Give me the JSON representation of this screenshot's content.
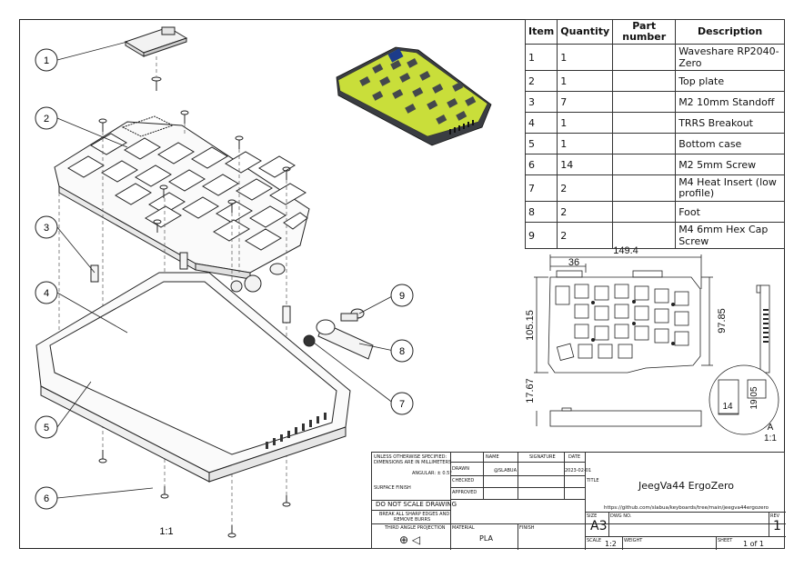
{
  "bom": {
    "headers": {
      "item": "Item",
      "quantity": "Quantity",
      "part_number": "Part number",
      "description": "Description"
    },
    "rows": [
      {
        "item": "1",
        "quantity": "1",
        "part_number": "",
        "description": "Waveshare RP2040-Zero"
      },
      {
        "item": "2",
        "quantity": "1",
        "part_number": "",
        "description": "Top plate"
      },
      {
        "item": "3",
        "quantity": "7",
        "part_number": "",
        "description": "M2 10mm Standoff"
      },
      {
        "item": "4",
        "quantity": "1",
        "part_number": "",
        "description": "TRRS Breakout"
      },
      {
        "item": "5",
        "quantity": "1",
        "part_number": "",
        "description": "Bottom case"
      },
      {
        "item": "6",
        "quantity": "14",
        "part_number": "",
        "description": "M2 5mm Screw"
      },
      {
        "item": "7",
        "quantity": "2",
        "part_number": "",
        "description": "M4 Heat Insert (low profile)"
      },
      {
        "item": "8",
        "quantity": "2",
        "part_number": "",
        "description": "Foot"
      },
      {
        "item": "9",
        "quantity": "2",
        "part_number": "",
        "description": "M4 6mm Hex Cap Screw"
      }
    ]
  },
  "balloons": [
    "1",
    "2",
    "3",
    "4",
    "5",
    "6",
    "7",
    "8",
    "9"
  ],
  "scale_main": "1:1",
  "dimensions": {
    "width": "149.4",
    "offset": "36",
    "height_left": "105.15",
    "height_right": "97.85",
    "thickness": "17.67",
    "detail_w": "14",
    "detail_h": "19.05",
    "detail_label": "A",
    "detail_scale": "1:1"
  },
  "title_block": {
    "notes_line1": "UNLESS OTHERWISE SPECIFIED:",
    "notes_line2": "DIMENSIONS ARE IN MILLIMETERS",
    "angular": "ANGULAR: ± 0.5°",
    "surface_finish": "SURFACE FINISH",
    "do_not_scale": "DO NOT SCALE DRAWING",
    "break_edges_1": "BREAK ALL SHARP EDGES AND",
    "break_edges_2": "REMOVE BURRS",
    "projection": "THIRD ANGLE PROJECTION",
    "col_name": "NAME",
    "col_signature": "SIGNATURE",
    "col_date": "DATE",
    "row_drawn": "DRAWN",
    "drawn_name": "@SLABUA",
    "drawn_date": "2023-02-01",
    "row_checked": "CHECKED",
    "row_approved": "APPROVED",
    "material_label": "MATERIAL",
    "material": "PLA",
    "finish_label": "FINISH",
    "title_label": "TITLE",
    "title": "JeegVa44 ErgoZero",
    "url": "https://github.com/slabua/keyboards/tree/main/jeegva44ergozero",
    "size_label": "SIZE",
    "size": "A3",
    "dwg_label": "DWG NO.",
    "rev_label": "REV",
    "rev": "1",
    "scale_label": "SCALE",
    "scale": "1:2",
    "weight_label": "WEIGHT",
    "sheet_label": "SHEET",
    "sheet": "1 of 1"
  }
}
